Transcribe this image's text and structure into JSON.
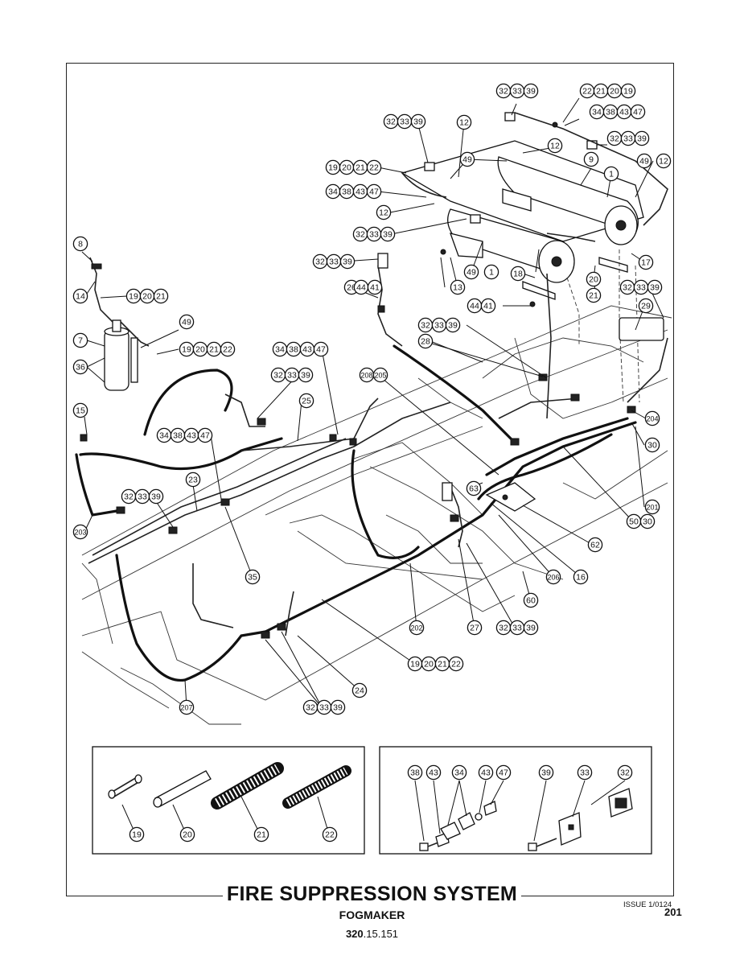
{
  "title": "FIRE SUPPRESSION SYSTEM",
  "subtitle": "FOGMAKER",
  "doc_number": {
    "prefix": "320",
    "rest": ".15.151"
  },
  "issue": "ISSUE 1/0124",
  "page_number": "201",
  "callouts": [
    {
      "id": "c1",
      "labels": [
        "32",
        "33",
        "39"
      ]
    },
    {
      "id": "c2",
      "labels": [
        "22",
        "21",
        "20",
        "19"
      ]
    },
    {
      "id": "c3",
      "labels": [
        "34",
        "38",
        "43",
        "47"
      ]
    },
    {
      "id": "c4",
      "labels": [
        "32",
        "33",
        "39"
      ]
    },
    {
      "id": "c5",
      "labels": [
        "12"
      ]
    },
    {
      "id": "c6",
      "labels": [
        "32",
        "33",
        "39"
      ]
    },
    {
      "id": "c7",
      "labels": [
        "12"
      ]
    },
    {
      "id": "c8",
      "labels": [
        "9"
      ]
    },
    {
      "id": "c9",
      "labels": [
        "49"
      ]
    },
    {
      "id": "c10",
      "labels": [
        "49"
      ]
    },
    {
      "id": "c11",
      "labels": [
        "12"
      ]
    },
    {
      "id": "c12",
      "labels": [
        "19",
        "20",
        "21",
        "22"
      ]
    },
    {
      "id": "c13",
      "labels": [
        "1"
      ]
    },
    {
      "id": "c14",
      "labels": [
        "34",
        "38",
        "43",
        "47"
      ]
    },
    {
      "id": "c15",
      "labels": [
        "12"
      ]
    },
    {
      "id": "c16",
      "labels": [
        "32",
        "33",
        "39"
      ]
    },
    {
      "id": "c17",
      "labels": [
        "8"
      ]
    },
    {
      "id": "c18",
      "labels": [
        "32",
        "33",
        "39"
      ]
    },
    {
      "id": "c19",
      "labels": [
        "49"
      ]
    },
    {
      "id": "c20",
      "labels": [
        "1"
      ]
    },
    {
      "id": "c21",
      "labels": [
        "18"
      ]
    },
    {
      "id": "c22",
      "labels": [
        "20"
      ]
    },
    {
      "id": "c23",
      "labels": [
        "17"
      ]
    },
    {
      "id": "c24",
      "labels": [
        "14"
      ]
    },
    {
      "id": "c25",
      "labels": [
        "19",
        "20",
        "21"
      ]
    },
    {
      "id": "c26",
      "labels": [
        "26"
      ]
    },
    {
      "id": "c27",
      "labels": [
        "44",
        "41"
      ]
    },
    {
      "id": "c28",
      "labels": [
        "13"
      ]
    },
    {
      "id": "c29",
      "labels": [
        "21"
      ]
    },
    {
      "id": "c30",
      "labels": [
        "32",
        "33",
        "39"
      ]
    },
    {
      "id": "c31",
      "labels": [
        "44",
        "41"
      ]
    },
    {
      "id": "c32",
      "labels": [
        "29"
      ]
    },
    {
      "id": "c33",
      "labels": [
        "7"
      ]
    },
    {
      "id": "c34",
      "labels": [
        "49"
      ]
    },
    {
      "id": "c35",
      "labels": [
        "19",
        "20",
        "21",
        "22"
      ]
    },
    {
      "id": "c36",
      "labels": [
        "32",
        "33",
        "39"
      ]
    },
    {
      "id": "c37",
      "labels": [
        "36"
      ]
    },
    {
      "id": "c38",
      "labels": [
        "34",
        "38",
        "43",
        "47"
      ]
    },
    {
      "id": "c39",
      "labels": [
        "28"
      ]
    },
    {
      "id": "c40",
      "labels": [
        "32",
        "33",
        "39"
      ]
    },
    {
      "id": "c41",
      "labels": [
        "208",
        "205"
      ]
    },
    {
      "id": "c42",
      "labels": [
        "15"
      ]
    },
    {
      "id": "c43",
      "labels": [
        "25"
      ]
    },
    {
      "id": "c44",
      "labels": [
        "204"
      ]
    },
    {
      "id": "c45",
      "labels": [
        "34",
        "38",
        "43",
        "47"
      ]
    },
    {
      "id": "c46",
      "labels": [
        "30"
      ]
    },
    {
      "id": "c47",
      "labels": [
        "23"
      ]
    },
    {
      "id": "c48",
      "labels": [
        "63"
      ]
    },
    {
      "id": "c49",
      "labels": [
        "32",
        "33",
        "39"
      ]
    },
    {
      "id": "c50",
      "labels": [
        "201"
      ]
    },
    {
      "id": "c51",
      "labels": [
        "50",
        "30"
      ]
    },
    {
      "id": "c52",
      "labels": [
        "203"
      ]
    },
    {
      "id": "c53",
      "labels": [
        "62"
      ]
    },
    {
      "id": "c54",
      "labels": [
        "35"
      ]
    },
    {
      "id": "c55",
      "labels": [
        "206"
      ]
    },
    {
      "id": "c56",
      "labels": [
        "16"
      ]
    },
    {
      "id": "c57",
      "labels": [
        "60"
      ]
    },
    {
      "id": "c58",
      "labels": [
        "202"
      ]
    },
    {
      "id": "c59",
      "labels": [
        "27"
      ]
    },
    {
      "id": "c60",
      "labels": [
        "32",
        "33",
        "39"
      ]
    },
    {
      "id": "c61",
      "labels": [
        "19",
        "20",
        "21",
        "22"
      ]
    },
    {
      "id": "c62",
      "labels": [
        "24"
      ]
    },
    {
      "id": "c63",
      "labels": [
        "32",
        "33",
        "39"
      ]
    },
    {
      "id": "c64",
      "labels": [
        "207"
      ]
    },
    {
      "id": "c65",
      "labels": [
        "19"
      ]
    },
    {
      "id": "c66",
      "labels": [
        "20"
      ]
    },
    {
      "id": "c67",
      "labels": [
        "21"
      ]
    },
    {
      "id": "c68",
      "labels": [
        "22"
      ]
    },
    {
      "id": "c69",
      "labels": [
        "38"
      ]
    },
    {
      "id": "c70",
      "labels": [
        "43"
      ]
    },
    {
      "id": "c71",
      "labels": [
        "34"
      ]
    },
    {
      "id": "c72",
      "labels": [
        "43"
      ]
    },
    {
      "id": "c73",
      "labels": [
        "47"
      ]
    },
    {
      "id": "c74",
      "labels": [
        "39"
      ]
    },
    {
      "id": "c75",
      "labels": [
        "33"
      ]
    },
    {
      "id": "c76",
      "labels": [
        "32"
      ]
    }
  ]
}
